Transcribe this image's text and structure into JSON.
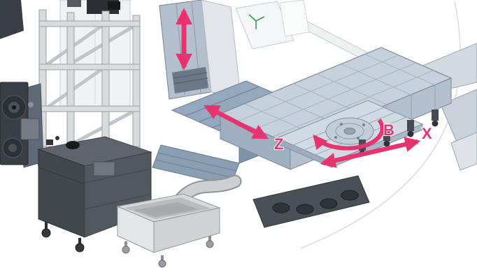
{
  "figure": {
    "type": "isometric-machine-illustration",
    "subject": "horizontal-machining-center-with-axis-arrows",
    "axes": [
      {
        "id": "y",
        "label": "",
        "type": "linear-vertical"
      },
      {
        "id": "z",
        "label": "Z",
        "type": "linear"
      },
      {
        "id": "x",
        "label": "X",
        "type": "linear"
      },
      {
        "id": "b",
        "label": "B",
        "type": "rotary"
      }
    ],
    "colors": {
      "accent": "#e8336e",
      "plate_top": "#c7d1dc",
      "way_cover": "#94a8be",
      "conveyor_dark": "#4a5056",
      "tank_dark": "#42474c",
      "bin_light": "#dcdedf",
      "frame_gray": "#d9dcdf",
      "triad_green": "#2ea44f",
      "arc_line": "#dcdcdc",
      "background": "#ffffff"
    },
    "parts": [
      "background-arc",
      "overhead-sheet-panel",
      "white-enclosure-panels",
      "orientation-triad-icon",
      "left-wall-panel",
      "machine-column",
      "column-top-motor",
      "support-frame",
      "motor-assembly",
      "spindle-column",
      "z-way-cover",
      "machine-bed-plate",
      "right-bed-blocks",
      "pallet-table",
      "rotary-table-insert",
      "bed-support-feet",
      "chip-conveyor",
      "chip-chute",
      "coolant-tank",
      "chip-bin"
    ]
  }
}
